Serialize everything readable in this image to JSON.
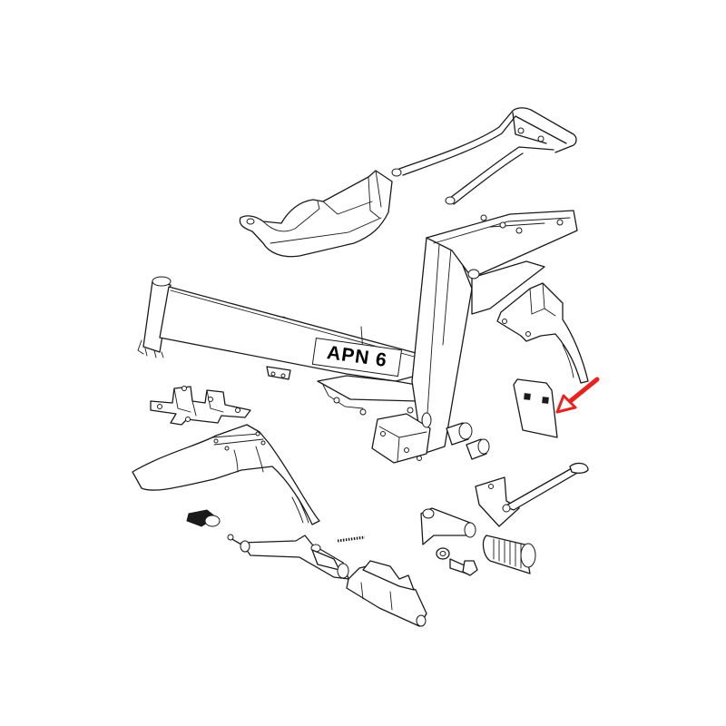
{
  "diagram": {
    "type": "exploded-parts-drawing",
    "subject": "moped frame assembly",
    "frame_label": "APN 6",
    "highlight": {
      "indicator": "red-arrow",
      "color": "#e8231f",
      "target": "rubber-pad-plate"
    },
    "parts": [
      {
        "id": "rear-luggage-rack",
        "label": "Rear luggage rack"
      },
      {
        "id": "rear-fender-tray",
        "label": "Rear fender / tray"
      },
      {
        "id": "main-frame",
        "label": "Main frame",
        "marking": "APN 6"
      },
      {
        "id": "head-tube",
        "label": "Head tube"
      },
      {
        "id": "seat-tube",
        "label": "Seat tube"
      },
      {
        "id": "engine-mount-bracket",
        "label": "Engine mount bracket"
      },
      {
        "id": "front-fender",
        "label": "Front fender"
      },
      {
        "id": "fender-mount-bracket",
        "label": "Fender mount bracket"
      },
      {
        "id": "rear-mud-flap-bracket",
        "label": "Rear mud flap bracket"
      },
      {
        "id": "rubber-pad-plate",
        "label": "Rubber pad plate"
      },
      {
        "id": "bushing-1",
        "label": "Bushing"
      },
      {
        "id": "bushing-2",
        "label": "Bushing"
      },
      {
        "id": "side-stand",
        "label": "Side stand"
      },
      {
        "id": "footrest-peg",
        "label": "Footrest peg"
      },
      {
        "id": "footrest-rubber",
        "label": "Footrest rubber"
      },
      {
        "id": "washer",
        "label": "Washer"
      },
      {
        "id": "bolt",
        "label": "Bolt"
      },
      {
        "id": "brake-pedal-lever",
        "label": "Brake pedal lever"
      },
      {
        "id": "return-spring",
        "label": "Return spring"
      },
      {
        "id": "pedal-shaft",
        "label": "Pedal shaft"
      },
      {
        "id": "pedal-rubber",
        "label": "Pedal rubber"
      }
    ]
  }
}
